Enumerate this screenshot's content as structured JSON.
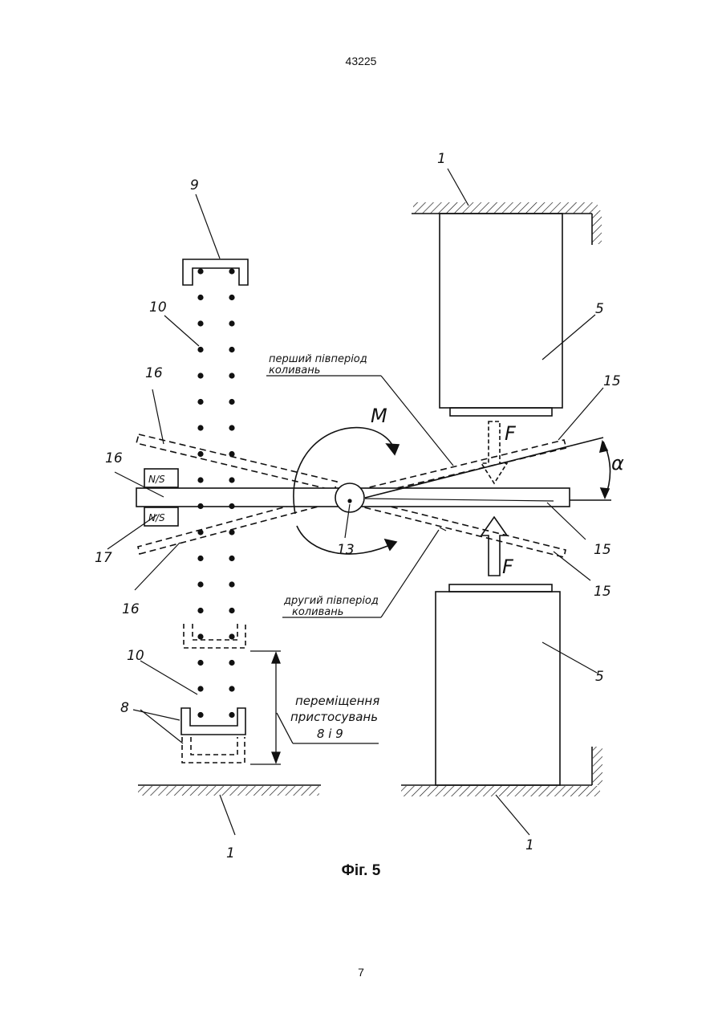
{
  "page": {
    "number_top": "43225",
    "number_bottom": "7",
    "caption": "Фіг. 5"
  },
  "labels": {
    "frame": "1",
    "actuator": "5",
    "lower_fixture": "8",
    "upper_fixture": "9",
    "dot_chain": "10",
    "axis": "13",
    "plate_right": "15",
    "plate_left": "16",
    "magnet": "17"
  },
  "symbols": {
    "moment": "M",
    "force": "F",
    "angle": "α",
    "magnet_pole": "N/S"
  },
  "notes": {
    "first_half_period": [
      "перший півперіод",
      "коливань"
    ],
    "second_half_period": [
      "другий півперіод",
      "коливань"
    ],
    "displacement": [
      "переміщення",
      "пристосувань",
      "8 і 9"
    ]
  },
  "colors": {
    "ink": "#111111",
    "paper": "#ffffff"
  }
}
